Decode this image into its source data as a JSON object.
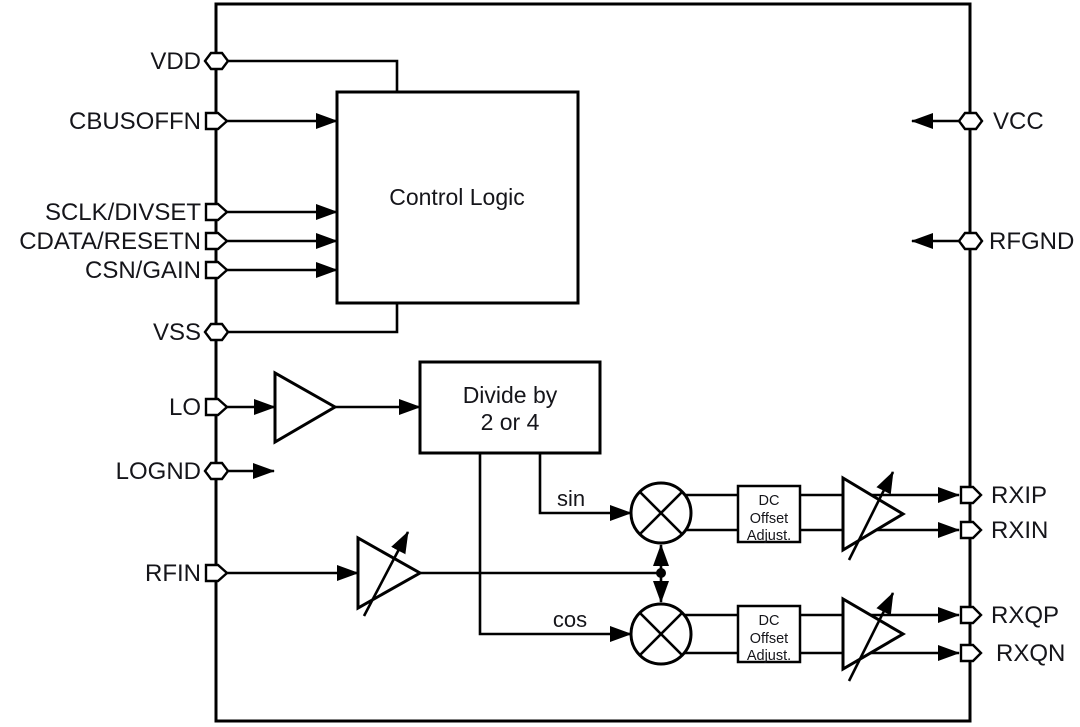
{
  "pins": {
    "left": [
      "VDD",
      "CBUSOFFN",
      "SCLK/DIVSET",
      "CDATA/RESETN",
      "CSN/GAIN",
      "VSS",
      "LO",
      "LOGND",
      "RFIN"
    ],
    "right": [
      "VCC",
      "RFGND",
      "RXIP",
      "RXIN",
      "RXQP",
      "RXQN"
    ]
  },
  "blocks": {
    "control_logic": "Control Logic",
    "divider": {
      "line1": "Divide by",
      "line2": "2 or 4"
    },
    "dc_offset": {
      "line1": "DC",
      "line2": "Offset",
      "line3": "Adjust."
    }
  },
  "signal_labels": {
    "sin": "sin",
    "cos": "cos"
  },
  "colors": {
    "line": "#000000",
    "text": "#15151a",
    "background": "#ffffff"
  }
}
